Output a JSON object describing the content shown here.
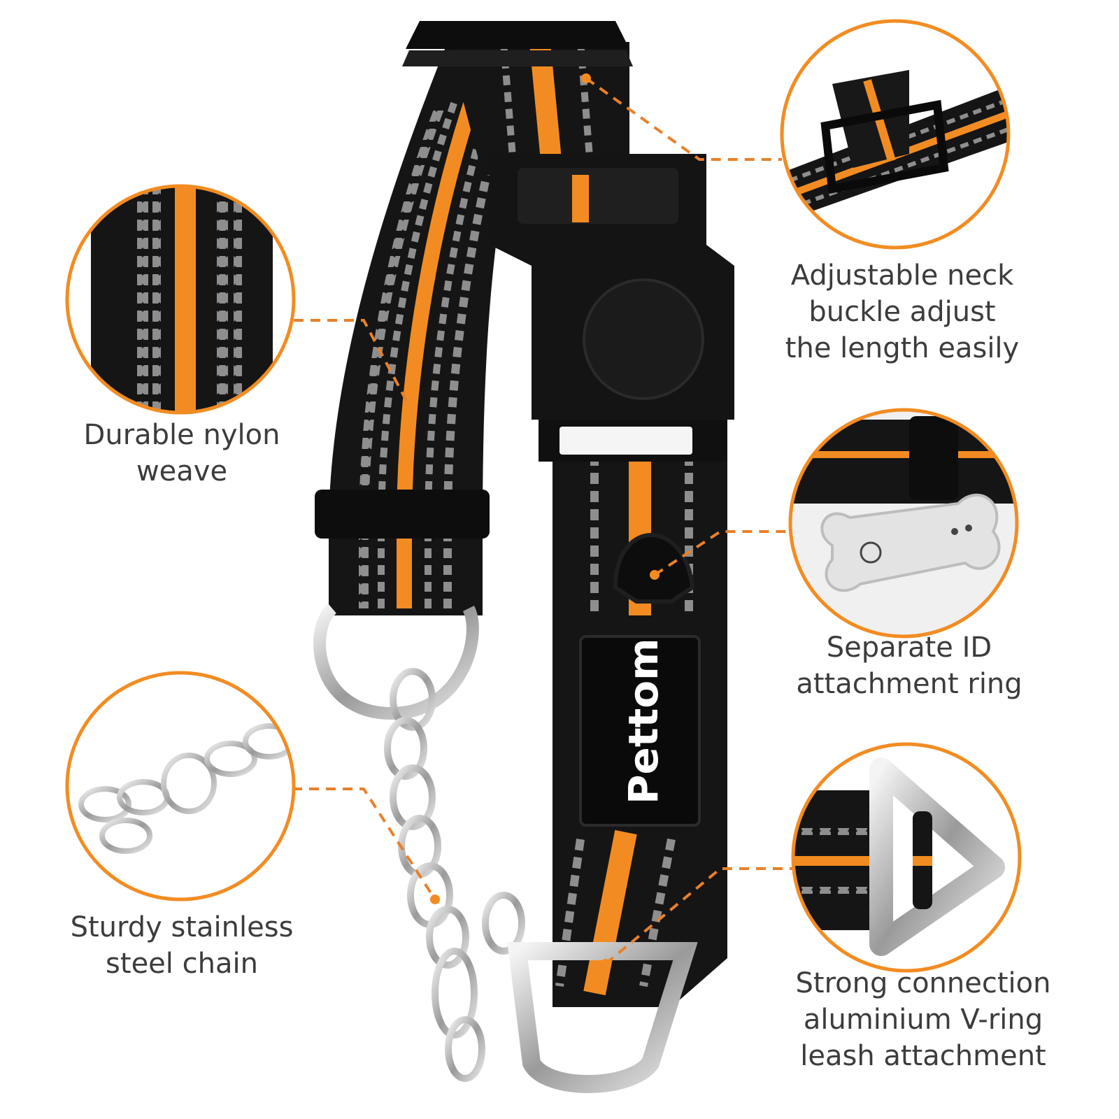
{
  "brand": {
    "logo_text": "Pettom",
    "accent_color": "#f28c22",
    "strap_color": "#141414",
    "reflective_color": "#8e8e8e"
  },
  "features": {
    "nylon": {
      "line1": "Durable nylon",
      "line2": "weave",
      "icon": "fabric-closeup"
    },
    "buckle": {
      "line1": "Adjustable neck",
      "line2": "buckle adjust",
      "line3": "the length easily",
      "icon": "slider-buckle-closeup"
    },
    "id_ring": {
      "line1": "Separate ID",
      "line2": "attachment ring",
      "icon": "bone-tag-closeup"
    },
    "chain": {
      "line1": "Sturdy stainless",
      "line2": "steel chain",
      "icon": "chain-closeup"
    },
    "v_ring": {
      "line1": "Strong connection",
      "line2": "aluminium V-ring",
      "line3": "leash attachment",
      "icon": "v-ring-closeup"
    }
  }
}
